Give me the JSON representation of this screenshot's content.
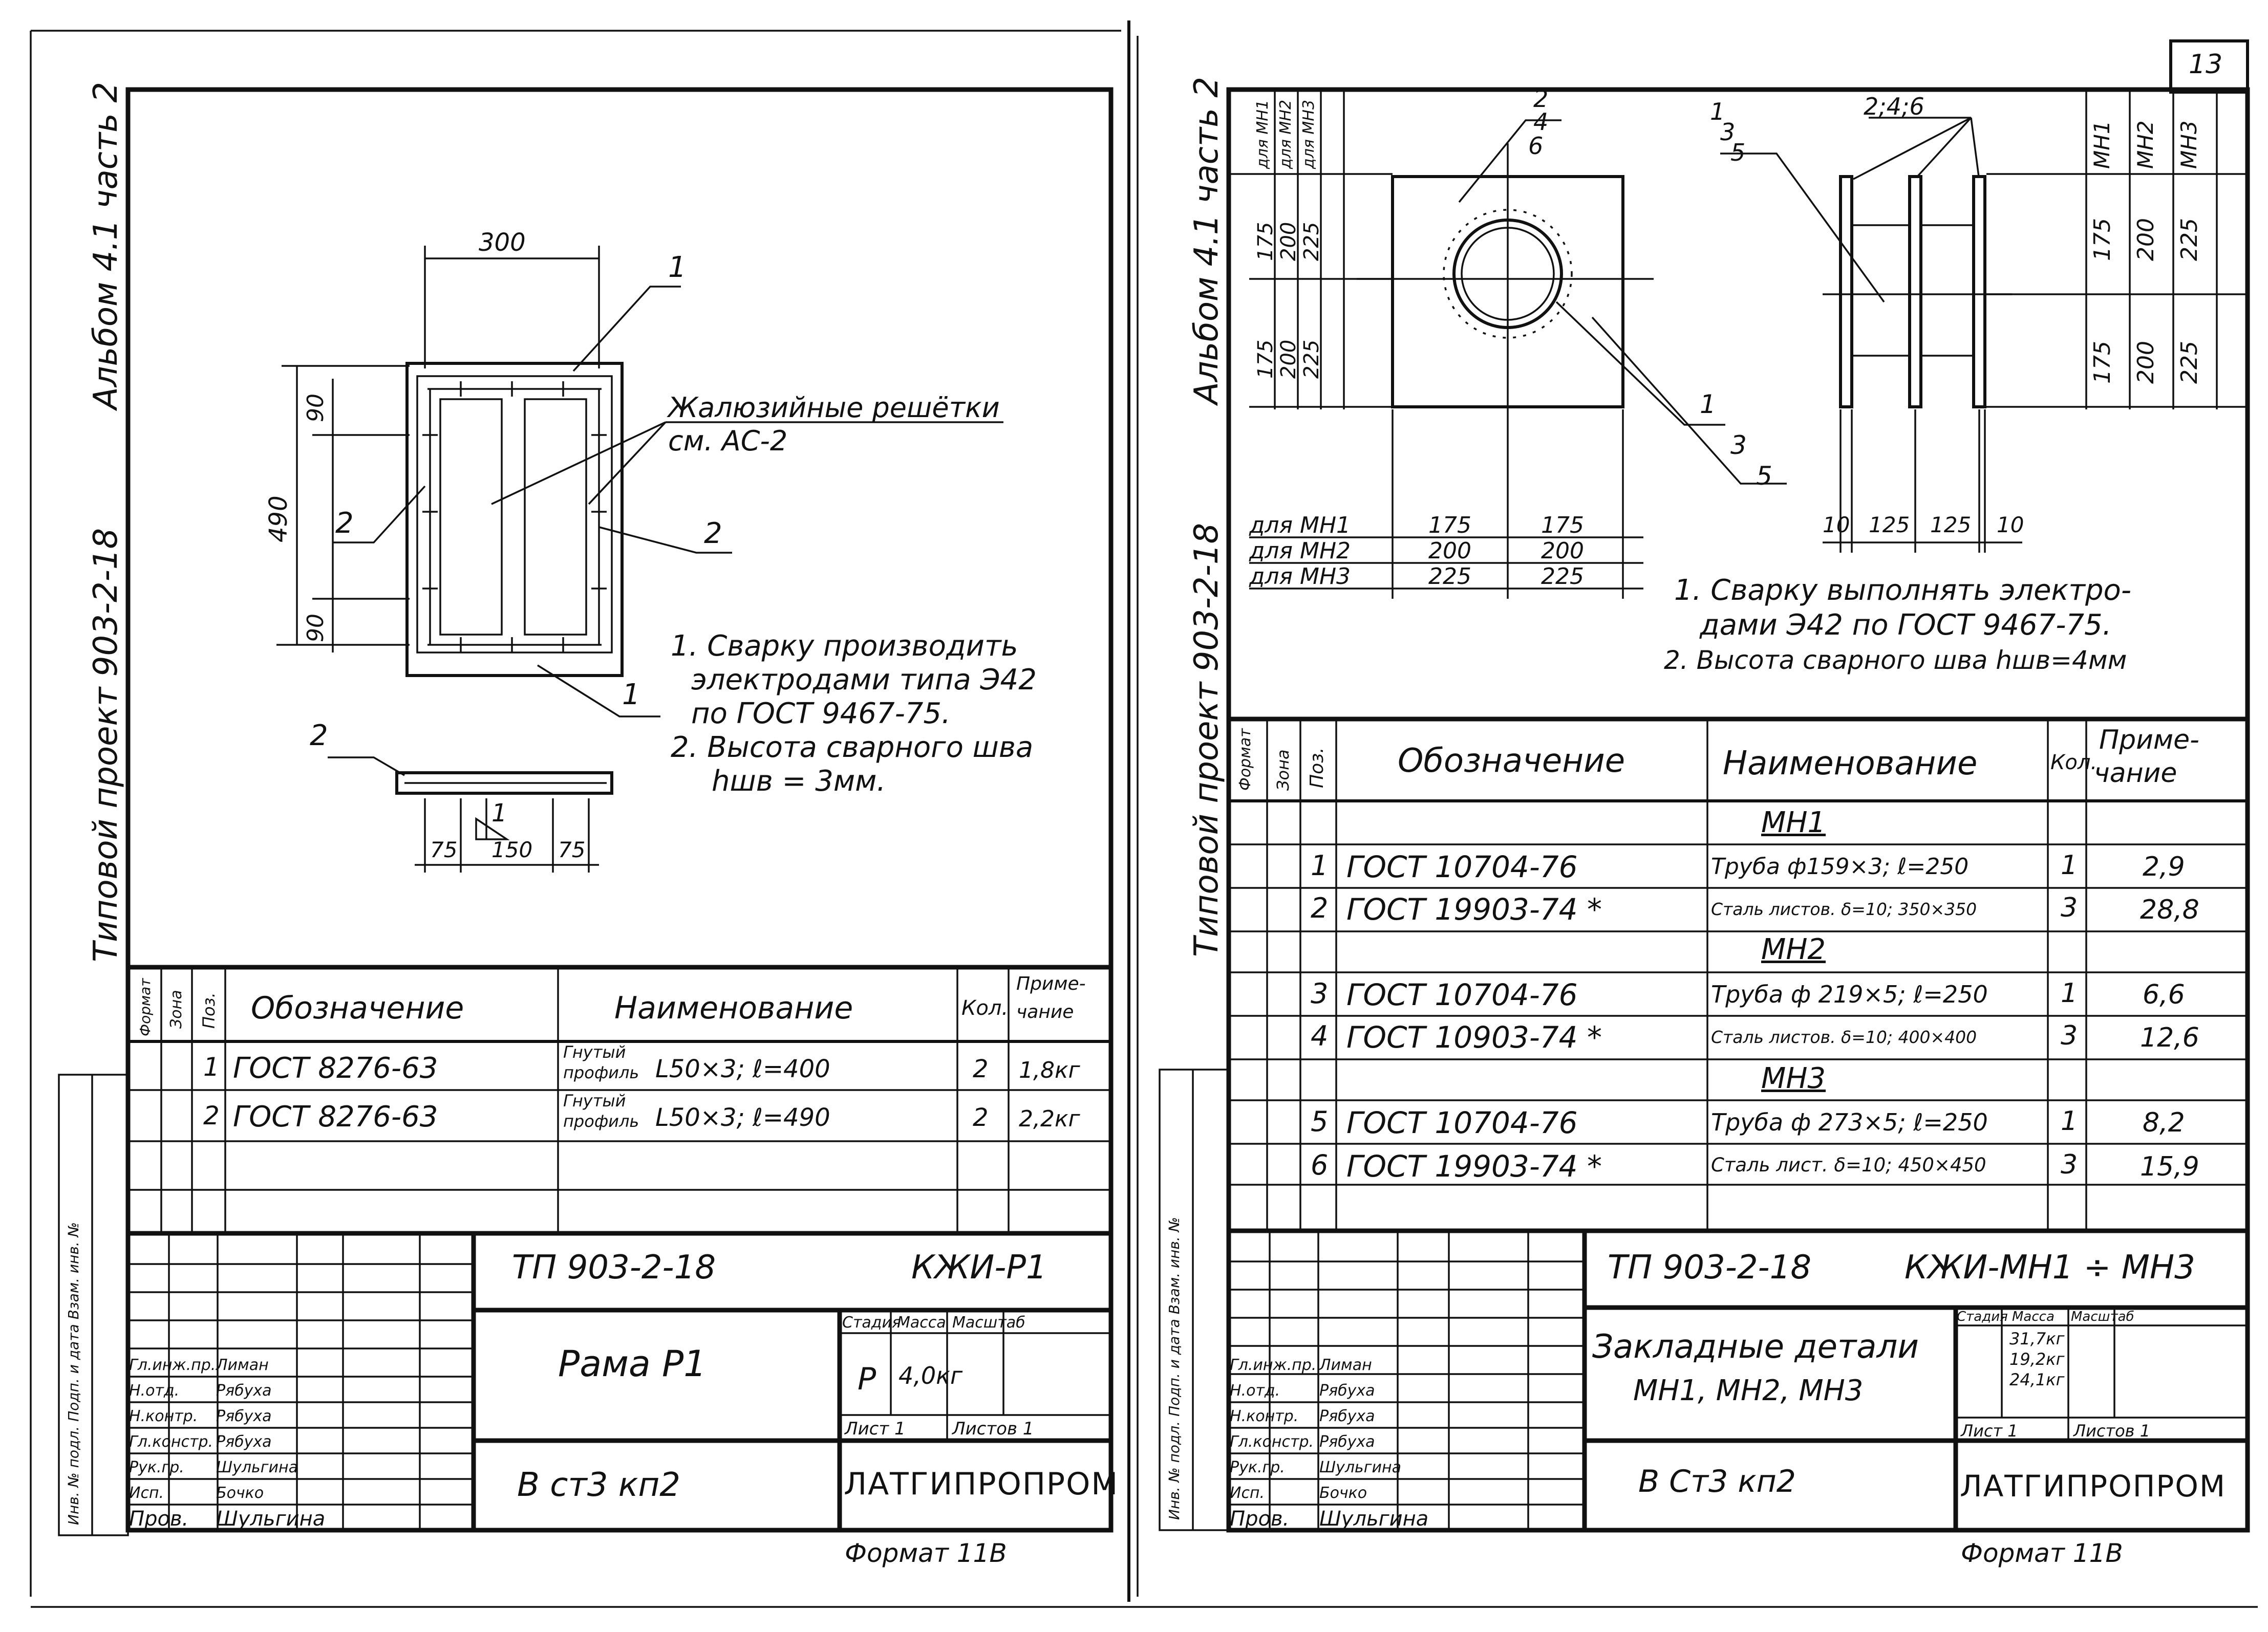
{
  "page_number": "13",
  "left_sheet": {
    "side_title": {
      "project": "Типовой проект 903-2-18",
      "album": "Альбом 4.1 часть 2"
    },
    "drawing": {
      "dims": {
        "width_top": "300",
        "height": "490",
        "top_margin": "90",
        "bottom_margin": "90",
        "sec_left": "75",
        "sec_mid": "150",
        "sec_right": "75"
      },
      "callouts": {
        "p1_top": "1",
        "p1_bottom": "1",
        "p2_left": "2",
        "p2_right": "2",
        "p2_section": "2",
        "weld_mark": "1"
      },
      "louver_note_1": "Жалюзийные решётки",
      "louver_note_2": "см. АС-2",
      "notes": [
        "1. Сварку производить",
        "электродами типа Э42",
        "по ГОСТ 9467-75.",
        "2. Высота сварного шва",
        "hшв = 3мм."
      ]
    },
    "spec_table": {
      "headers": {
        "format": "Формат",
        "zone": "Зона",
        "pos": "Поз.",
        "designation": "Обозначение",
        "name": "Наименование",
        "qty": "Кол.",
        "note_1": "Приме-",
        "note_2": "чание"
      },
      "rows": [
        {
          "pos": "1",
          "designation": "ГОСТ 8276-63",
          "name_1": "Гнутый",
          "name_2": "профиль",
          "name_spec": "L50×3; ℓ=400",
          "qty": "2",
          "note": "1,8кг"
        },
        {
          "pos": "2",
          "designation": "ГОСТ 8276-63",
          "name_1": "Гнутый",
          "name_2": "профиль",
          "name_spec": "L50×3; ℓ=490",
          "qty": "2",
          "note": "2,2кг"
        }
      ]
    },
    "side_stamp": "Инв. № подл.   Подп. и дата   Взам. инв. №",
    "title_block": {
      "code": "ТП 903-2-18",
      "mark": "КЖИ-Р1",
      "item": "Рама Р1",
      "stage_h": "Стадия",
      "mass_h": "Масса",
      "scale_h": "Масштаб",
      "stage": "Р",
      "mass": "4,0кг",
      "sheet": "Лист 1",
      "sheets": "Листов 1",
      "material": "В ст3 кп2",
      "org": "ЛАТГИПРОПРОМ",
      "format": "Формат 11В",
      "people": [
        {
          "role": "Гл.инж.пр.",
          "name": "Лиман"
        },
        {
          "role": "Н.отд.",
          "name": "Рябуха"
        },
        {
          "role": "Н.контр.",
          "name": "Рябуха"
        },
        {
          "role": "Гл.констр.",
          "name": "Рябуха"
        },
        {
          "role": "Рук.гр.",
          "name": "Шульгина"
        },
        {
          "role": "Исп.",
          "name": "Бочко"
        },
        {
          "role": "Пров.",
          "name": "Шульгина"
        }
      ]
    }
  },
  "right_sheet": {
    "side_title": {
      "project": "Типовой проект 903-2-18",
      "album": "Альбом 4.1 часть 2"
    },
    "drawing": {
      "plan_callouts": [
        "2",
        "4",
        "6"
      ],
      "circle_callouts_top": [
        "1",
        "3",
        "5"
      ],
      "circle_callouts_bottom": [
        "1",
        "3",
        "5"
      ],
      "side_callouts": "2;4;6",
      "left_dims_head": [
        "для МН1",
        "для МН2",
        "для МН3"
      ],
      "left_dims_top": [
        "175",
        "200",
        "225"
      ],
      "left_dims_bottom": [
        "175",
        "200",
        "225"
      ],
      "bottom_dims": [
        {
          "label": "для МН1",
          "a": "175",
          "b": "175"
        },
        {
          "label": "для МН2",
          "a": "200",
          "b": "200"
        },
        {
          "label": "для МН3",
          "a": "225",
          "b": "225"
        }
      ],
      "side_dims_head": [
        "МН1",
        "МН2",
        "МН3"
      ],
      "side_dims_top": [
        "175",
        "200",
        "225"
      ],
      "side_dims_bottom": [
        "175",
        "200",
        "225"
      ],
      "section_dims": [
        "10",
        "125",
        "125",
        "10"
      ],
      "notes": [
        "1. Сварку выполнять электро-",
        "дами Э42 по ГОСТ 9467-75.",
        "2. Высота сварного шва hшв=4мм"
      ]
    },
    "spec_table": {
      "headers": {
        "format": "Формат",
        "zone": "Зона",
        "pos": "Поз.",
        "designation": "Обозначение",
        "name": "Наименование",
        "qty": "Кол.",
        "note_1": "Приме-",
        "note_2": "чание"
      },
      "groups": [
        {
          "title": "МН1",
          "rows": [
            {
              "pos": "1",
              "designation": "ГОСТ 10704-76",
              "name": "Труба ф159×3; ℓ=250",
              "qty": "1",
              "note": "2,9"
            },
            {
              "pos": "2",
              "designation": "ГОСТ 19903-74 *",
              "name": "Сталь листов. δ=10; 350×350",
              "qty": "3",
              "note": "28,8"
            }
          ]
        },
        {
          "title": "МН2",
          "rows": [
            {
              "pos": "3",
              "designation": "ГОСТ 10704-76",
              "name": "Труба ф 219×5; ℓ=250",
              "qty": "1",
              "note": "6,6"
            },
            {
              "pos": "4",
              "designation": "ГОСТ 10903-74 *",
              "name": "Сталь листов. δ=10; 400×400",
              "qty": "3",
              "note": "12,6"
            }
          ]
        },
        {
          "title": "МН3",
          "rows": [
            {
              "pos": "5",
              "designation": "ГОСТ 10704-76",
              "name": "Труба ф 273×5; ℓ=250",
              "qty": "1",
              "note": "8,2"
            },
            {
              "pos": "6",
              "designation": "ГОСТ 19903-74 *",
              "name": "Сталь лист. δ=10; 450×450",
              "qty": "3",
              "note": "15,9"
            }
          ]
        }
      ]
    },
    "side_stamp": "Инв. № подл.   Подп. и дата   Взам. инв. №",
    "title_block": {
      "code": "ТП 903-2-18",
      "mark": "КЖИ-МН1 ÷ МН3",
      "item_1": "Закладные детали",
      "item_2": "МН1, МН2, МН3",
      "stage_h": "Стадия",
      "mass_h": "Масса",
      "scale_h": "Масштаб",
      "masses": [
        "31,7кг",
        "19,2кг",
        "24,1кг"
      ],
      "sheet": "Лист 1",
      "sheets": "Листов 1",
      "material": "В Ст3 кп2",
      "org": "ЛАТГИПРОПРОМ",
      "format": "Формат 11В",
      "people": [
        {
          "role": "Гл.инж.пр.",
          "name": "Лиман"
        },
        {
          "role": "Н.отд.",
          "name": "Рябуха"
        },
        {
          "role": "Н.контр.",
          "name": "Рябуха"
        },
        {
          "role": "Гл.констр.",
          "name": "Рябуха"
        },
        {
          "role": "Рук.гр.",
          "name": "Шульгина"
        },
        {
          "role": "Исп.",
          "name": "Бочко"
        },
        {
          "role": "Пров.",
          "name": "Шульгина"
        }
      ]
    }
  }
}
